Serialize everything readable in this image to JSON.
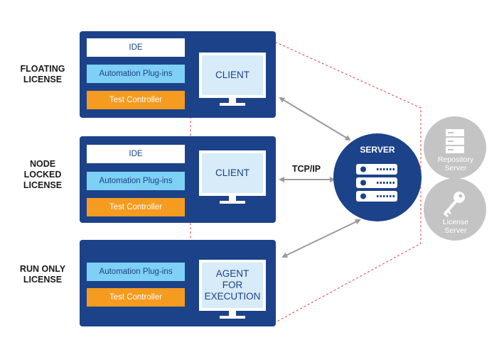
{
  "licenses": [
    {
      "label_lines": [
        "FLOATING",
        "LICENSE"
      ],
      "modules": [
        "IDE",
        "Automation Plug-ins",
        "Test Controller"
      ],
      "client_lines": [
        "CLIENT"
      ]
    },
    {
      "label_lines": [
        "NODE",
        "LOCKED",
        "LICENSE"
      ],
      "modules": [
        "IDE",
        "Automation Plug-ins",
        "Test Controller"
      ],
      "client_lines": [
        "CLIENT"
      ]
    },
    {
      "label_lines": [
        "RUN ONLY",
        "LICENSE"
      ],
      "modules": [
        "Automation Plug-ins",
        "Test Controller"
      ],
      "client_lines": [
        "AGENT",
        "FOR",
        "EXECUTION"
      ]
    }
  ],
  "connection_label": "TCP/IP",
  "server": {
    "title": "SERVER",
    "icon": "server-rack-icon"
  },
  "services": [
    {
      "name_lines": [
        "Repository",
        "Server"
      ],
      "icon": "storage-icon"
    },
    {
      "name_lines": [
        "License",
        "Server"
      ],
      "icon": "key-icon"
    }
  ],
  "colors": {
    "panel": "#1c4289",
    "ide_bg": "#ffffff",
    "automation_bg": "#7fd0f5",
    "controller_bg": "#f59b1f",
    "server_circle": "#1c4289",
    "service_circle": "#c4c4c4",
    "dashed_boundary": "#e23a3a",
    "arrow": "#9a9a9a"
  }
}
